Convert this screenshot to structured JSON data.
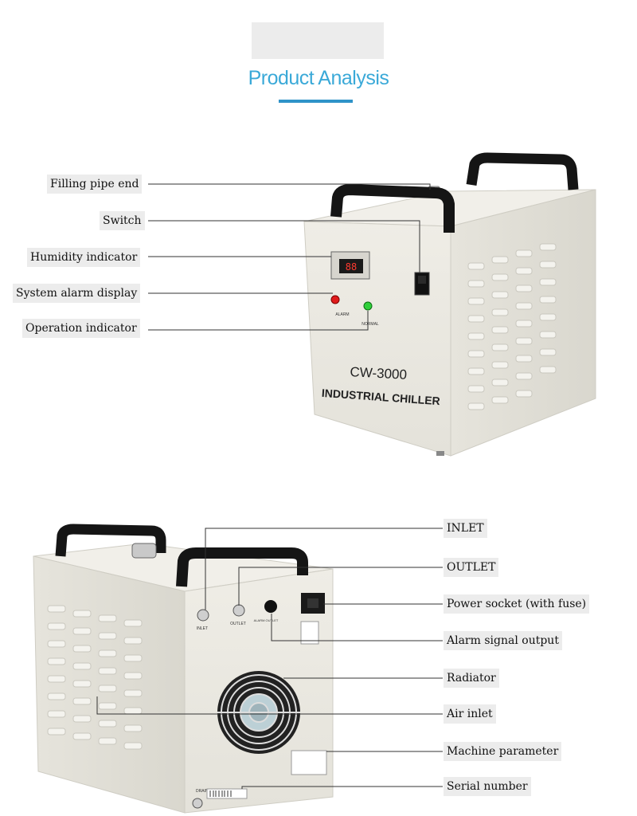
{
  "header": {
    "title": "Product Analysis"
  },
  "product": {
    "model": "CW-3000",
    "name": "INDUSTRIAL CHILLER",
    "alarm_label": "ALARM",
    "normal_label": "NORMAL",
    "inlet_tag": "INLET",
    "outlet_tag": "OUTLET",
    "alarm_out_tag": "ALARM OUTLET",
    "drain_tag": "DRAIN"
  },
  "front_labels": [
    "Filling pipe end",
    "Switch",
    "Humidity indicator",
    "System alarm display",
    "Operation indicator"
  ],
  "back_labels": [
    "INLET",
    "OUTLET",
    "Power socket (with fuse)",
    "Alarm signal output",
    "Radiator",
    "Air inlet",
    "Machine parameter",
    "Serial number"
  ],
  "colors": {
    "accent": "#3aa9d8",
    "accent_bar": "#2f93c8",
    "body": "#e9e7df",
    "handle": "#1a1a1a"
  }
}
